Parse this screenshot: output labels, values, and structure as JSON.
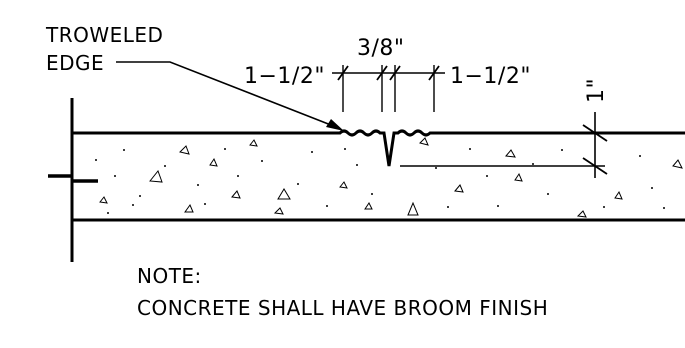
{
  "callout": {
    "line1": "TROWELED",
    "line2": "EDGE"
  },
  "dimensions": {
    "left": "1−1/2\"",
    "groove": "3/8\"",
    "right": "1−1/2\"",
    "depth": "1\""
  },
  "note": {
    "heading": "NOTE:",
    "body": "CONCRETE SHALL HAVE BROOM FINISH"
  }
}
